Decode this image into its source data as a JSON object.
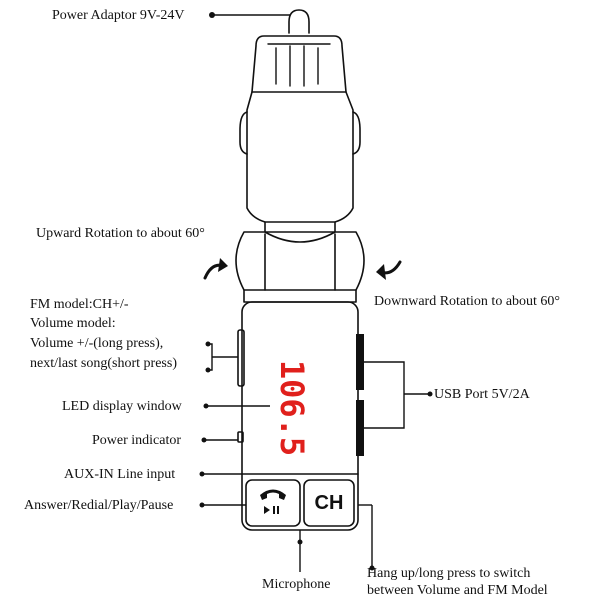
{
  "labels": {
    "power_adaptor": "Power Adaptor 9V-24V",
    "upward_rotation": "Upward Rotation to about 60°",
    "downward_rotation": "Downward Rotation to about 60°",
    "fm_model": "FM model:CH+/-",
    "volume_model": "Volume model:",
    "volume_long": "Volume +/-(long press),",
    "next_last": "next/last song(short press)",
    "led_window": "LED display window",
    "power_indicator": "Power indicator",
    "aux_in": "AUX-IN Line input",
    "answer": "Answer/Redial/Play/Pause",
    "usb_port": "USB Port 5V/2A",
    "microphone": "Microphone",
    "hangup_line1": "Hang up/long press to switch",
    "hangup_line2": "between Volume and FM Model"
  },
  "device": {
    "led_value": "106.5",
    "ch_button": "CH",
    "led_color": "#e0201c",
    "line_color": "#111111"
  },
  "icons": {
    "phone": "phone-icon",
    "play_pause": "play-pause-icon",
    "rotate_up": "rotate-arrow-icon",
    "rotate_down": "rotate-arrow-icon"
  }
}
